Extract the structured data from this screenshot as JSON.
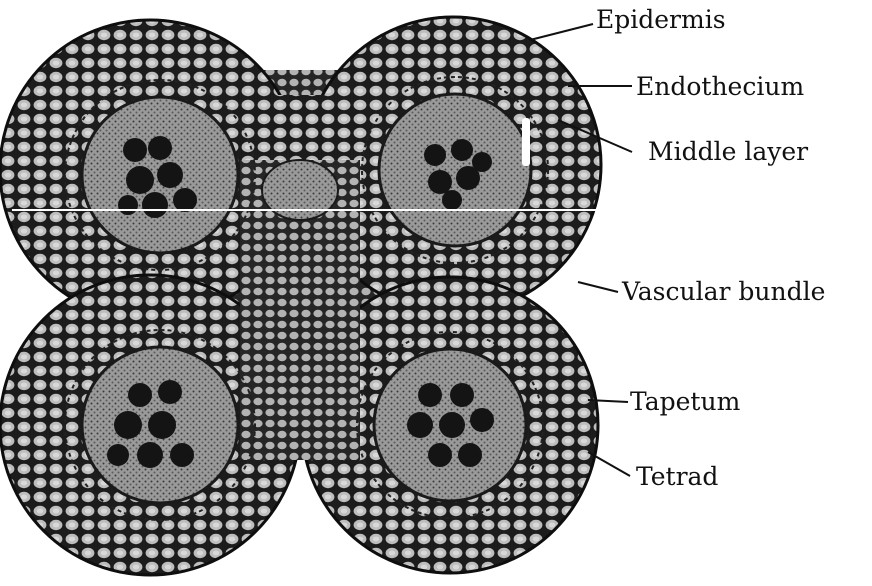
{
  "labels": {
    "epidermis": "Epidermis",
    "endothecium": "Endothecium",
    "middle_layer": "Middle layer",
    "vascular_bundle": "Vascular bundle",
    "tapetum": "Tapetum",
    "tetrad": "Tetrad"
  },
  "colors": {
    "background": "#ffffff",
    "ink": "#111111",
    "tissue_fill": "#8a8a8a",
    "cell_fill": "#c9c9c9",
    "tetrad_fill": "#141414"
  },
  "structure": {
    "lobes": 4,
    "wall_layers": [
      "epidermis",
      "endothecium",
      "middle_layer",
      "tapetum"
    ]
  }
}
